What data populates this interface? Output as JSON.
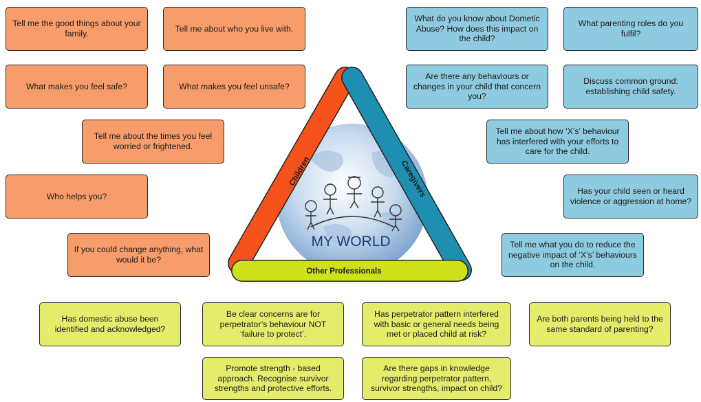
{
  "center": {
    "title": "MY WORLD",
    "sides": {
      "left": "Children",
      "right": "Caregivers",
      "bottom": "Other Professionals"
    }
  },
  "children_questions": [
    "Tell me the good things about your family.",
    "Tell me about who you live with.",
    "What makes you feel safe?",
    "What makes you feel unsafe?",
    "Tell me about the times you feel worried or frightened.",
    "Who helps you?",
    "If you could change anything, what would it be?"
  ],
  "caregiver_questions": [
    "What do you know about Dometic Abuse? How does this impact on the child?",
    "What parenting roles do you fulfil?",
    "Are there any behaviours or changes in your child that concern you?",
    "Discuss common ground: establishing child safety.",
    "Tell me about how ‘X’s’ behaviour has interfered with your efforts to care for the child.",
    "Has your child seen or heard violence or aggression at home?",
    "Tell me what you do to reduce the negative impact of ‘X’s’ behaviours on the child."
  ],
  "professional_questions": [
    "Has domestic abuse been identified and acknowledged?",
    "Be clear concerns are for perpetrator’s behaviour NOT ‘failure to protect’.",
    "Has perpetrator pattern interfered with basic or general needs being met or placed child at risk?",
    "Are both parents being held to the same standard of parenting?",
    "Promote strength - based approach. Recognise survivor strengths and protective efforts.",
    "Are there gaps in knowledge regarding perpetrator pattern, survivor strengths, impact on child?"
  ],
  "colors": {
    "children": "#f79d6b",
    "caregivers": "#8fcbe0",
    "professionals": "#e4ec6c",
    "children_side": "#f5531b",
    "caregivers_side": "#1e8fb1",
    "professionals_side": "#cfe01c"
  }
}
